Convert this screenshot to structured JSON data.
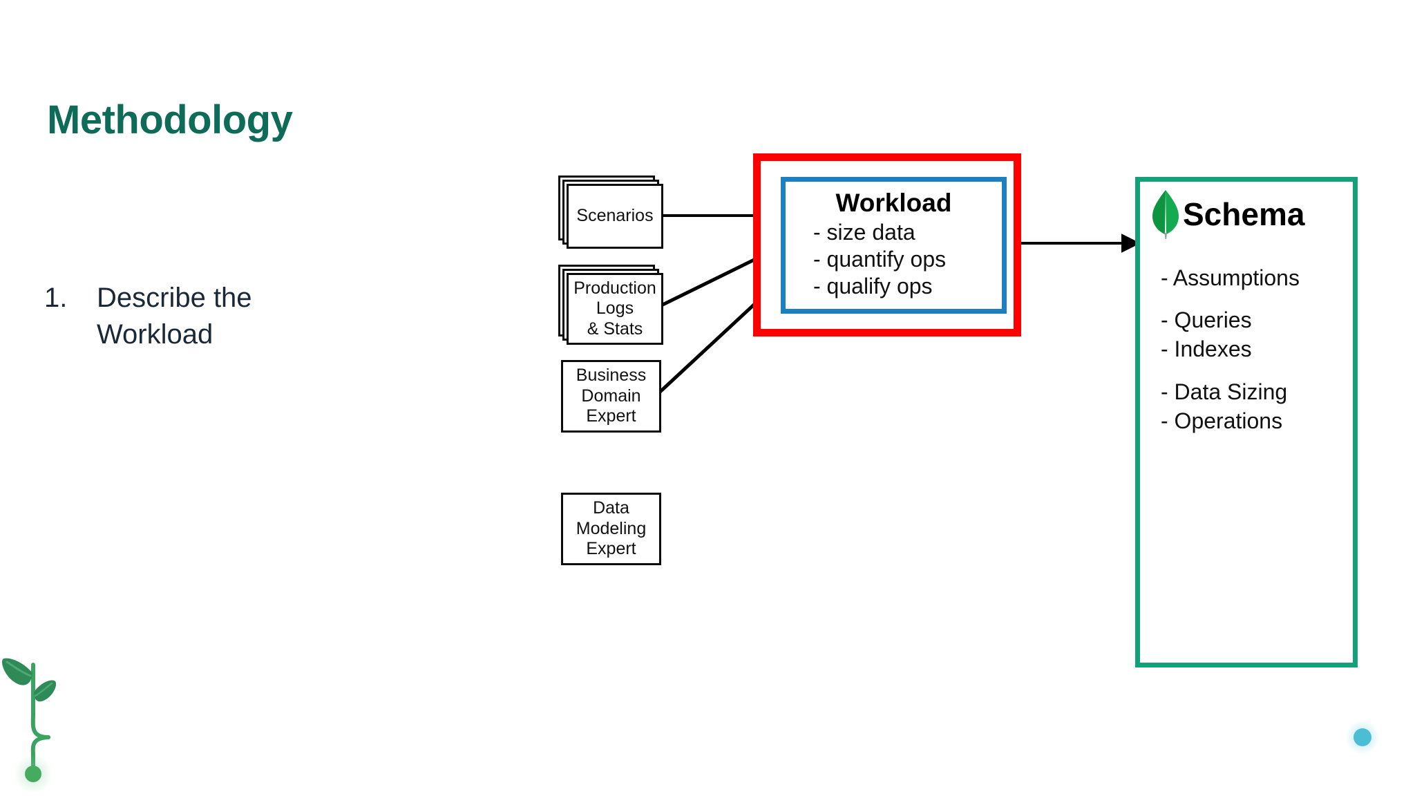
{
  "slide": {
    "title": "Methodology",
    "title_color": "#0d6b57",
    "background": "#ffffff"
  },
  "steps": [
    {
      "number": "1.",
      "text": "Describe the Workload"
    }
  ],
  "diagram": {
    "type": "flow",
    "inputs": [
      {
        "id": "scenarios",
        "lines": [
          "Scenarios"
        ],
        "stacked": true,
        "has_arrow": true
      },
      {
        "id": "production-logs",
        "lines": [
          "Production",
          "Logs",
          "& Stats"
        ],
        "stacked": true,
        "has_arrow": true
      },
      {
        "id": "business-expert",
        "lines": [
          "Business",
          "Domain",
          "Expert"
        ],
        "stacked": false,
        "has_arrow": true
      },
      {
        "id": "data-modeling-expert",
        "lines": [
          "Data",
          "Modeling",
          "Expert"
        ],
        "stacked": false,
        "has_arrow": false
      }
    ],
    "workload": {
      "title": "Workload",
      "items": [
        "- size data",
        "- quantify ops",
        "- qualify ops"
      ],
      "outer_border_color": "#ff0000",
      "inner_border_color": "#1b7fc0"
    },
    "schema": {
      "title": "Schema",
      "logo": "mongodb-leaf-icon",
      "groups": [
        [
          "- Assumptions"
        ],
        [
          "- Queries",
          "- Indexes"
        ],
        [
          "- Data Sizing",
          "- Operations"
        ]
      ],
      "border_color": "#12a178"
    },
    "arrow_color": "#000000"
  },
  "decoration": {
    "name": "sprout-vine",
    "leaf_color": "#2e8b57",
    "stem_color": "#3aa35f",
    "line_start_color": "#4caf72",
    "line_end_color": "#5bc8da",
    "end_dot_color": "#4bbdd4",
    "start_dot_color": "#46ab5e"
  }
}
